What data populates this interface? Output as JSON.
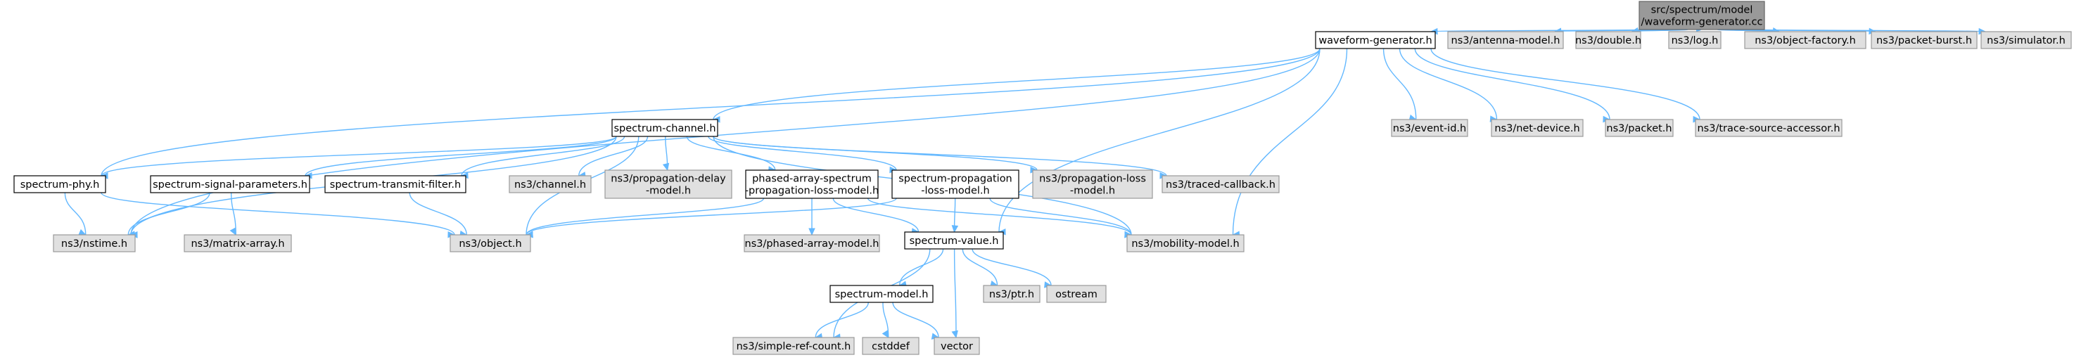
{
  "colors": {
    "root_fill": "#999999",
    "root_border": "#666666",
    "local_fill": "#ffffff",
    "local_border": "#000000",
    "system_fill": "#e0e0e0",
    "system_border": "#999999",
    "edge": "#63b8ff"
  },
  "nodes": [
    {
      "id": "root",
      "kind": "root",
      "lines": [
        "src/spectrum/model",
        "/waveform-generator.cc"
      ]
    },
    {
      "id": "wg",
      "kind": "local",
      "lines": [
        "waveform-generator.h"
      ]
    },
    {
      "id": "antenna",
      "kind": "system",
      "lines": [
        "ns3/antenna-model.h"
      ]
    },
    {
      "id": "double",
      "kind": "system",
      "lines": [
        "ns3/double.h"
      ]
    },
    {
      "id": "log",
      "kind": "system",
      "lines": [
        "ns3/log.h"
      ]
    },
    {
      "id": "objfactory",
      "kind": "system",
      "lines": [
        "ns3/object-factory.h"
      ]
    },
    {
      "id": "packetburst",
      "kind": "system",
      "lines": [
        "ns3/packet-burst.h"
      ]
    },
    {
      "id": "simulator",
      "kind": "system",
      "lines": [
        "ns3/simulator.h"
      ]
    },
    {
      "id": "schannel",
      "kind": "local",
      "lines": [
        "spectrum-channel.h"
      ]
    },
    {
      "id": "eventid",
      "kind": "system",
      "lines": [
        "ns3/event-id.h"
      ]
    },
    {
      "id": "netdevice",
      "kind": "system",
      "lines": [
        "ns3/net-device.h"
      ]
    },
    {
      "id": "packet",
      "kind": "system",
      "lines": [
        "ns3/packet.h"
      ]
    },
    {
      "id": "tsa",
      "kind": "system",
      "lines": [
        "ns3/trace-source-accessor.h"
      ]
    },
    {
      "id": "sphy",
      "kind": "local",
      "lines": [
        "spectrum-phy.h"
      ]
    },
    {
      "id": "ssp",
      "kind": "local",
      "lines": [
        "spectrum-signal-parameters.h"
      ]
    },
    {
      "id": "stf",
      "kind": "local",
      "lines": [
        "spectrum-transmit-filter.h"
      ]
    },
    {
      "id": "channel",
      "kind": "system",
      "lines": [
        "ns3/channel.h"
      ]
    },
    {
      "id": "pdm",
      "kind": "system",
      "lines": [
        "ns3/propagation-delay",
        "-model.h"
      ]
    },
    {
      "id": "paspl",
      "kind": "local",
      "lines": [
        "phased-array-spectrum",
        "-propagation-loss-model.h"
      ]
    },
    {
      "id": "spl",
      "kind": "local",
      "lines": [
        "spectrum-propagation",
        "-loss-model.h"
      ]
    },
    {
      "id": "plm",
      "kind": "system",
      "lines": [
        "ns3/propagation-loss",
        "-model.h"
      ]
    },
    {
      "id": "tcb",
      "kind": "system",
      "lines": [
        "ns3/traced-callback.h"
      ]
    },
    {
      "id": "nstime",
      "kind": "system",
      "lines": [
        "ns3/nstime.h"
      ]
    },
    {
      "id": "matrix",
      "kind": "system",
      "lines": [
        "ns3/matrix-array.h"
      ]
    },
    {
      "id": "object",
      "kind": "system",
      "lines": [
        "ns3/object.h"
      ]
    },
    {
      "id": "pam",
      "kind": "system",
      "lines": [
        "ns3/phased-array-model.h"
      ]
    },
    {
      "id": "svalue",
      "kind": "local",
      "lines": [
        "spectrum-value.h"
      ]
    },
    {
      "id": "mobility",
      "kind": "system",
      "lines": [
        "ns3/mobility-model.h"
      ]
    },
    {
      "id": "ptr",
      "kind": "system",
      "lines": [
        "ns3/ptr.h"
      ]
    },
    {
      "id": "ostream",
      "kind": "system",
      "lines": [
        "ostream"
      ]
    },
    {
      "id": "smodel",
      "kind": "local",
      "lines": [
        "spectrum-model.h"
      ]
    },
    {
      "id": "src",
      "kind": "system",
      "lines": [
        "ns3/simple-ref-count.h"
      ]
    },
    {
      "id": "cstddef",
      "kind": "system",
      "lines": [
        "cstddef"
      ]
    },
    {
      "id": "vector",
      "kind": "system",
      "lines": [
        "vector"
      ]
    }
  ],
  "edges": [
    [
      "root",
      "wg"
    ],
    [
      "root",
      "antenna"
    ],
    [
      "root",
      "double"
    ],
    [
      "root",
      "log"
    ],
    [
      "root",
      "objfactory"
    ],
    [
      "root",
      "packetburst"
    ],
    [
      "root",
      "simulator"
    ],
    [
      "wg",
      "schannel"
    ],
    [
      "wg",
      "sphy"
    ],
    [
      "wg",
      "nstime"
    ],
    [
      "wg",
      "eventid"
    ],
    [
      "wg",
      "netdevice"
    ],
    [
      "wg",
      "packet"
    ],
    [
      "wg",
      "tsa"
    ],
    [
      "wg",
      "svalue"
    ],
    [
      "wg",
      "mobility"
    ],
    [
      "schannel",
      "sphy"
    ],
    [
      "schannel",
      "ssp"
    ],
    [
      "schannel",
      "stf"
    ],
    [
      "schannel",
      "channel"
    ],
    [
      "schannel",
      "pdm"
    ],
    [
      "schannel",
      "paspl"
    ],
    [
      "schannel",
      "spl"
    ],
    [
      "schannel",
      "plm"
    ],
    [
      "schannel",
      "tcb"
    ],
    [
      "schannel",
      "nstime"
    ],
    [
      "schannel",
      "object"
    ],
    [
      "schannel",
      "mobility"
    ],
    [
      "sphy",
      "nstime"
    ],
    [
      "sphy",
      "object"
    ],
    [
      "ssp",
      "nstime"
    ],
    [
      "ssp",
      "matrix"
    ],
    [
      "stf",
      "object"
    ],
    [
      "paspl",
      "object"
    ],
    [
      "paspl",
      "pam"
    ],
    [
      "paspl",
      "svalue"
    ],
    [
      "paspl",
      "mobility"
    ],
    [
      "spl",
      "object"
    ],
    [
      "spl",
      "svalue"
    ],
    [
      "spl",
      "mobility"
    ],
    [
      "svalue",
      "smodel"
    ],
    [
      "svalue",
      "src"
    ],
    [
      "svalue",
      "ptr"
    ],
    [
      "svalue",
      "ostream"
    ],
    [
      "svalue",
      "vector"
    ],
    [
      "smodel",
      "src"
    ],
    [
      "smodel",
      "cstddef"
    ],
    [
      "smodel",
      "vector"
    ]
  ]
}
